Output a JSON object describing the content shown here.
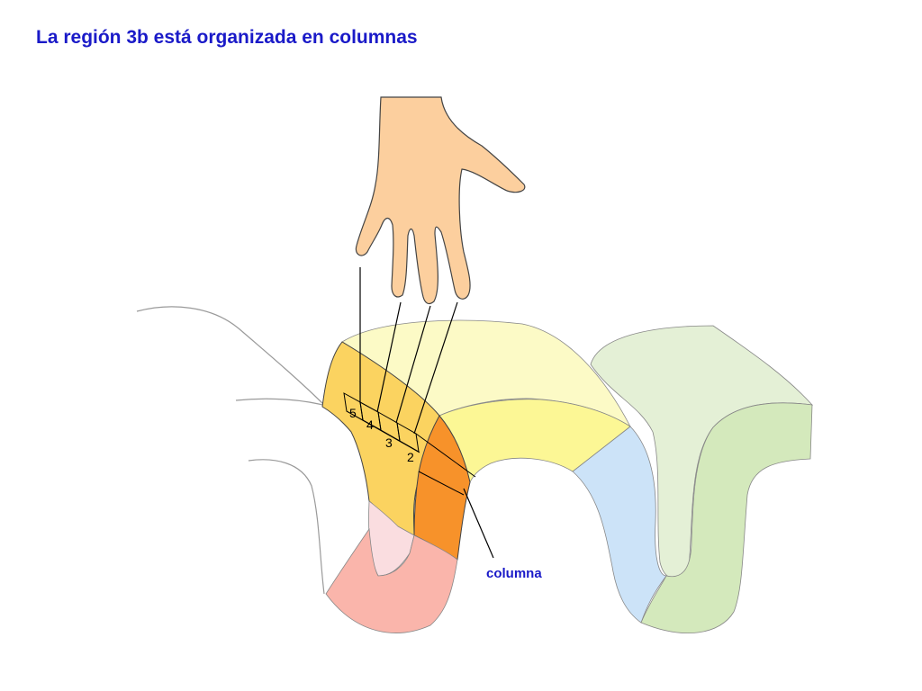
{
  "title": "La región 3b está organizada en columnas",
  "columns": [
    {
      "number": "5",
      "finger": "little-finger"
    },
    {
      "number": "4",
      "finger": "ring-finger"
    },
    {
      "number": "3",
      "finger": "middle-finger"
    },
    {
      "number": "2",
      "finger": "index-finger"
    }
  ],
  "callout": "columna",
  "colors": {
    "title": "#1a1ac8",
    "skin": "#fccf9e",
    "area_3b": "#fbd360",
    "area_1": "#f7922a",
    "area_3a": "#fadde0",
    "area_4": "#fab5ab",
    "area_2_top": "#fcfac6",
    "area_2": "#fcf795",
    "area_5": "#cce3f8",
    "area_7_top": "#e4f0d6",
    "area_7": "#d4e9bc"
  }
}
